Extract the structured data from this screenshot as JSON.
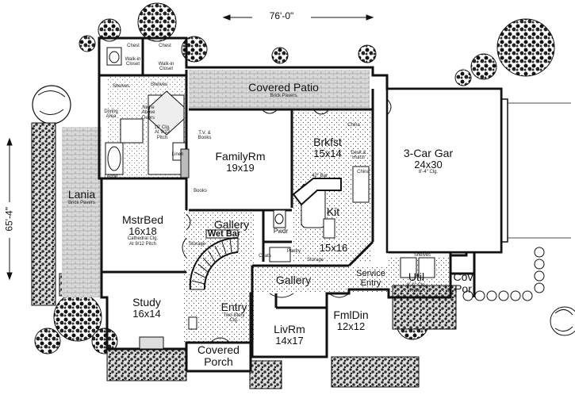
{
  "overall": {
    "width": "76'-0\"",
    "depth": "65'-4\""
  },
  "rooms": {
    "covered_patio": {
      "name": "Covered Patio",
      "note": "Brick Pavers"
    },
    "family": {
      "name": "FamilyRm",
      "size": "19x19"
    },
    "brkfst": {
      "name": "Brkfst",
      "size": "15x14"
    },
    "garage": {
      "name": "3-Car Gar",
      "size": "24x30",
      "note": "8'-4\" Clg."
    },
    "lania": {
      "name": "Lania",
      "note": "Brick Pavers"
    },
    "mstrbed": {
      "name": "MstrBed",
      "size": "16x18",
      "note1": "Cathedral Clg.",
      "note2": "At 9/12 Pitch"
    },
    "gallery_upper": {
      "name": "Gallery"
    },
    "wet_bar": {
      "name": "Wet Bar"
    },
    "kit": {
      "name": "Kit",
      "size": "15x16"
    },
    "gallery_main": {
      "name": "Gallery"
    },
    "service_entry": {
      "line1": "Service",
      "line2": "Entry"
    },
    "util": {
      "name": "Util",
      "note": "9'-0\" Clg."
    },
    "cov_por": {
      "line1": "Cov",
      "line2": "Por"
    },
    "study": {
      "name": "Study",
      "size": "16x14"
    },
    "entry": {
      "name": "Entry",
      "note1": "Two-Story",
      "note2": "Clg."
    },
    "livrm": {
      "name": "LivRm",
      "size": "14x17"
    },
    "fmldin": {
      "name": "FmlDin",
      "size": "12x12"
    },
    "covered_porch": {
      "line1": "Covered",
      "line2": "Porch"
    }
  },
  "small_notes": {
    "walk_in_1": "Walk-in Closet",
    "walk_in_2": "Walk-in Closet",
    "chest_1": "Chest",
    "chest_2": "Chest",
    "shelves_1": "Shelves",
    "shelves_2": "Shelves",
    "shelves_3": "Shelves",
    "drying_area": "Drying Area",
    "niche": "Niche Above Doors",
    "clg": "10' Clg. At 9/12 Pitch",
    "tv_books": "T.V. & Books",
    "books": "Books",
    "linen": "Linen",
    "ledge": "Ledge",
    "china_1": "China",
    "china_2": "China",
    "desk_hutch": "Desk & Hutch",
    "bar": "42\" Bar",
    "pwdr": "Pwdr",
    "pantry": "Pantry",
    "storage_1": "Storage",
    "storage_2": "Storage",
    "coats": "Coats",
    "hw": "HW"
  },
  "colors": {
    "ink": "#111111",
    "paper": "#ffffff",
    "tile_dot": "#444444"
  }
}
